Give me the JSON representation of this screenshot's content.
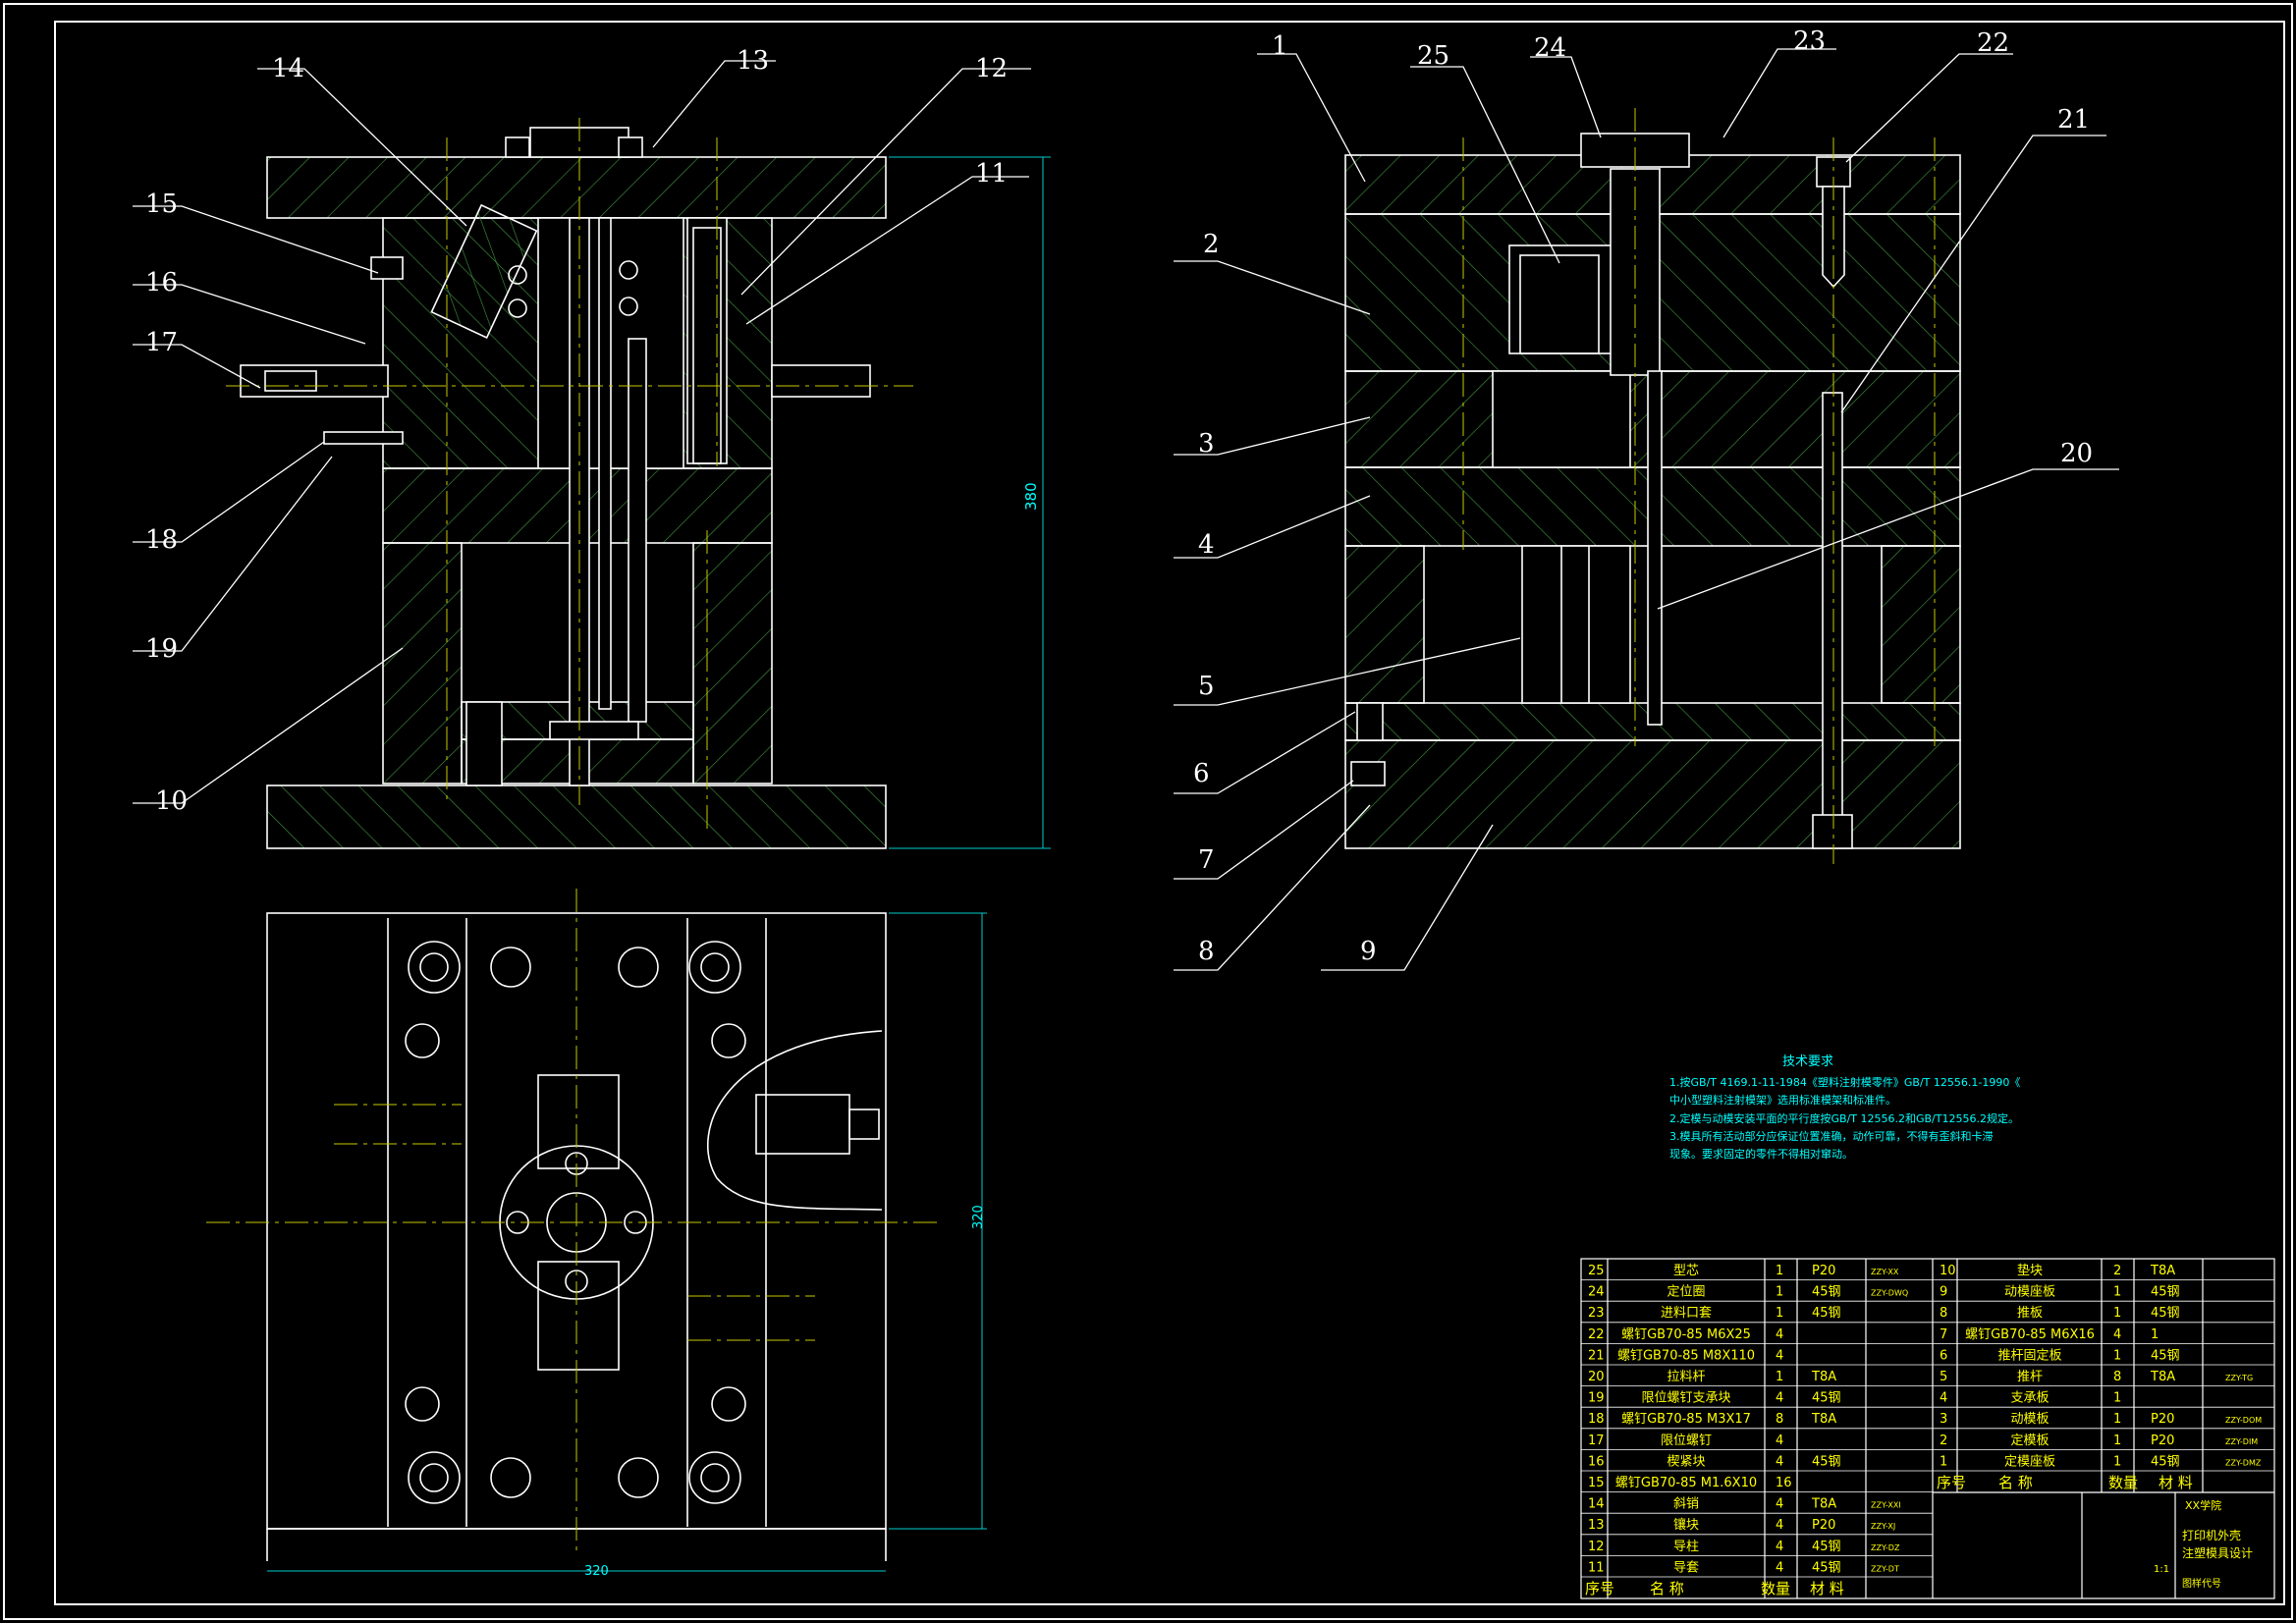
{
  "colors": {
    "background": "#000000",
    "outline": "#ffffff",
    "hatch": "#3e8f3e",
    "center": "#c8c800",
    "dim": "#00cccc",
    "note": "#00ffff",
    "table_text": "#ffff00",
    "table_line": "#ffffff"
  },
  "left_view": {
    "callouts": [
      "14",
      "13",
      "12",
      "11",
      "15",
      "16",
      "17",
      "18",
      "19",
      "10"
    ],
    "dimension": "380"
  },
  "right_view": {
    "callouts": [
      "1",
      "25",
      "24",
      "23",
      "22",
      "21",
      "2",
      "3",
      "4",
      "20",
      "5",
      "6",
      "7",
      "8",
      "9"
    ]
  },
  "plan_view": {
    "width_dim": "320",
    "height_dim": "320"
  },
  "notes": {
    "title": "技术要求",
    "lines": [
      "1.按GB/T 4169.1-11-1984《塑料注射模零件》GB/T 12556.1-1990《",
      "中小型塑料注射模架》选用标准模架和标准件。",
      "2.定模与动模安装平面的平行度按GB/T 12556.2和GB/T12556.2规定。",
      "3.模具所有活动部分应保证位置准确，动作可靠，不得有歪斜和卡滞",
      "现象。要求固定的零件不得相对窜动。"
    ]
  },
  "bom": {
    "left": [
      {
        "no": "25",
        "name": "型芯",
        "qty": "1",
        "mat": "P20",
        "code": "ZZY-XX"
      },
      {
        "no": "24",
        "name": "定位圈",
        "qty": "1",
        "mat": "45钢",
        "code": "ZZY-DWQ"
      },
      {
        "no": "23",
        "name": "进料口套",
        "qty": "1",
        "mat": "45钢",
        "code": ""
      },
      {
        "no": "22",
        "name": "螺钉GB70-85 M6X25",
        "qty": "4",
        "mat": "",
        "code": ""
      },
      {
        "no": "21",
        "name": "螺钉GB70-85 M8X110",
        "qty": "4",
        "mat": "",
        "code": ""
      },
      {
        "no": "20",
        "name": "拉料杆",
        "qty": "1",
        "mat": "T8A",
        "code": ""
      },
      {
        "no": "19",
        "name": "限位螺钉支承块",
        "qty": "4",
        "mat": "45钢",
        "code": ""
      },
      {
        "no": "18",
        "name": "螺钉GB70-85 M3X17",
        "qty": "8",
        "mat": "T8A",
        "code": ""
      },
      {
        "no": "17",
        "name": "限位螺钉",
        "qty": "4",
        "mat": "",
        "code": ""
      },
      {
        "no": "16",
        "name": "楔紧块",
        "qty": "4",
        "mat": "45钢",
        "code": ""
      },
      {
        "no": "15",
        "name": "螺钉GB70-85 M1.6X10",
        "qty": "16",
        "mat": "",
        "code": ""
      },
      {
        "no": "14",
        "name": "斜销",
        "qty": "4",
        "mat": "T8A",
        "code": "ZZY-XXI"
      },
      {
        "no": "13",
        "name": "镶块",
        "qty": "4",
        "mat": "P20",
        "code": "ZZY-XJ"
      },
      {
        "no": "12",
        "name": "导柱",
        "qty": "4",
        "mat": "45钢",
        "code": "ZZY-DZ"
      },
      {
        "no": "11",
        "name": "导套",
        "qty": "4",
        "mat": "45钢",
        "code": "ZZY-DT"
      }
    ],
    "right": [
      {
        "no": "10",
        "name": "垫块",
        "qty": "2",
        "mat": "T8A",
        "code": ""
      },
      {
        "no": "9",
        "name": "动模座板",
        "qty": "1",
        "mat": "45钢",
        "code": ""
      },
      {
        "no": "8",
        "name": "推板",
        "qty": "1",
        "mat": "45钢",
        "code": ""
      },
      {
        "no": "7",
        "name": "螺钉GB70-85 M6X16",
        "qty": "4",
        "mat": "1",
        "code": ""
      },
      {
        "no": "6",
        "name": "推杆固定板",
        "qty": "1",
        "mat": "45钢",
        "code": ""
      },
      {
        "no": "5",
        "name": "推杆",
        "qty": "8",
        "mat": "T8A",
        "code": "ZZY-TG"
      },
      {
        "no": "4",
        "name": "支承板",
        "qty": "1",
        "mat": "",
        "code": ""
      },
      {
        "no": "3",
        "name": "动模板",
        "qty": "1",
        "mat": "P20",
        "code": "ZZY-DOM"
      },
      {
        "no": "2",
        "name": "定模板",
        "qty": "1",
        "mat": "P20",
        "code": "ZZY-DIM"
      },
      {
        "no": "1",
        "name": "定模座板",
        "qty": "1",
        "mat": "45钢",
        "code": "ZZY-DMZ"
      }
    ],
    "header": {
      "no": "序号",
      "name": "名    称",
      "qty": "数量",
      "mat": "材  料"
    }
  },
  "title_block": {
    "school": "XX学院",
    "title_line1": "打印机外壳",
    "title_line2": "注塑模具设计",
    "drawing_code": "图样代号",
    "scale": "1:1"
  }
}
